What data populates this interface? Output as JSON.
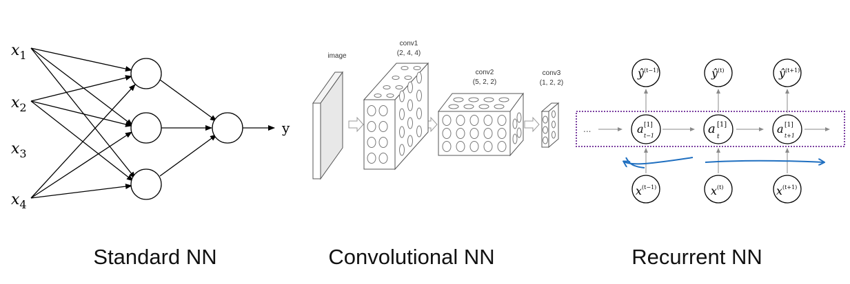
{
  "standard_nn": {
    "caption": "Standard NN",
    "inputs": [
      {
        "base": "x",
        "sub": "1"
      },
      {
        "base": "x",
        "sub": "2"
      },
      {
        "base": "x",
        "sub": "3"
      },
      {
        "base": "x",
        "sub": "4"
      }
    ],
    "output_label": "y"
  },
  "convolutional_nn": {
    "caption": "Convolutional NN",
    "layers": [
      {
        "name": "image",
        "shape": ""
      },
      {
        "name": "conv1",
        "shape": "(2, 4, 4)"
      },
      {
        "name": "conv2",
        "shape": "(5, 2, 2)"
      },
      {
        "name": "conv3",
        "shape": "(1, 2, 2)"
      }
    ]
  },
  "recurrent_nn": {
    "caption": "Recurrent NN",
    "leading_ellipsis": "...",
    "outputs": [
      {
        "base": "ŷ",
        "sup": "(t−1)"
      },
      {
        "base": "ŷ",
        "sup": "(t)"
      },
      {
        "base": "ŷ",
        "sup": "(t+1)"
      }
    ],
    "hidden": [
      {
        "base": "a",
        "sup": "[1]",
        "sub": "t−1"
      },
      {
        "base": "a",
        "sup": "[1]",
        "sub": "t"
      },
      {
        "base": "a",
        "sup": "[1]",
        "sub": "t+1"
      }
    ],
    "inputs": [
      {
        "base": "x",
        "sup": "(t−1)"
      },
      {
        "base": "x",
        "sup": "(t)"
      },
      {
        "base": "x",
        "sup": "(t+1)"
      }
    ],
    "box_color": "#7b3fa0",
    "annotation_color": "#1f6fc0"
  }
}
